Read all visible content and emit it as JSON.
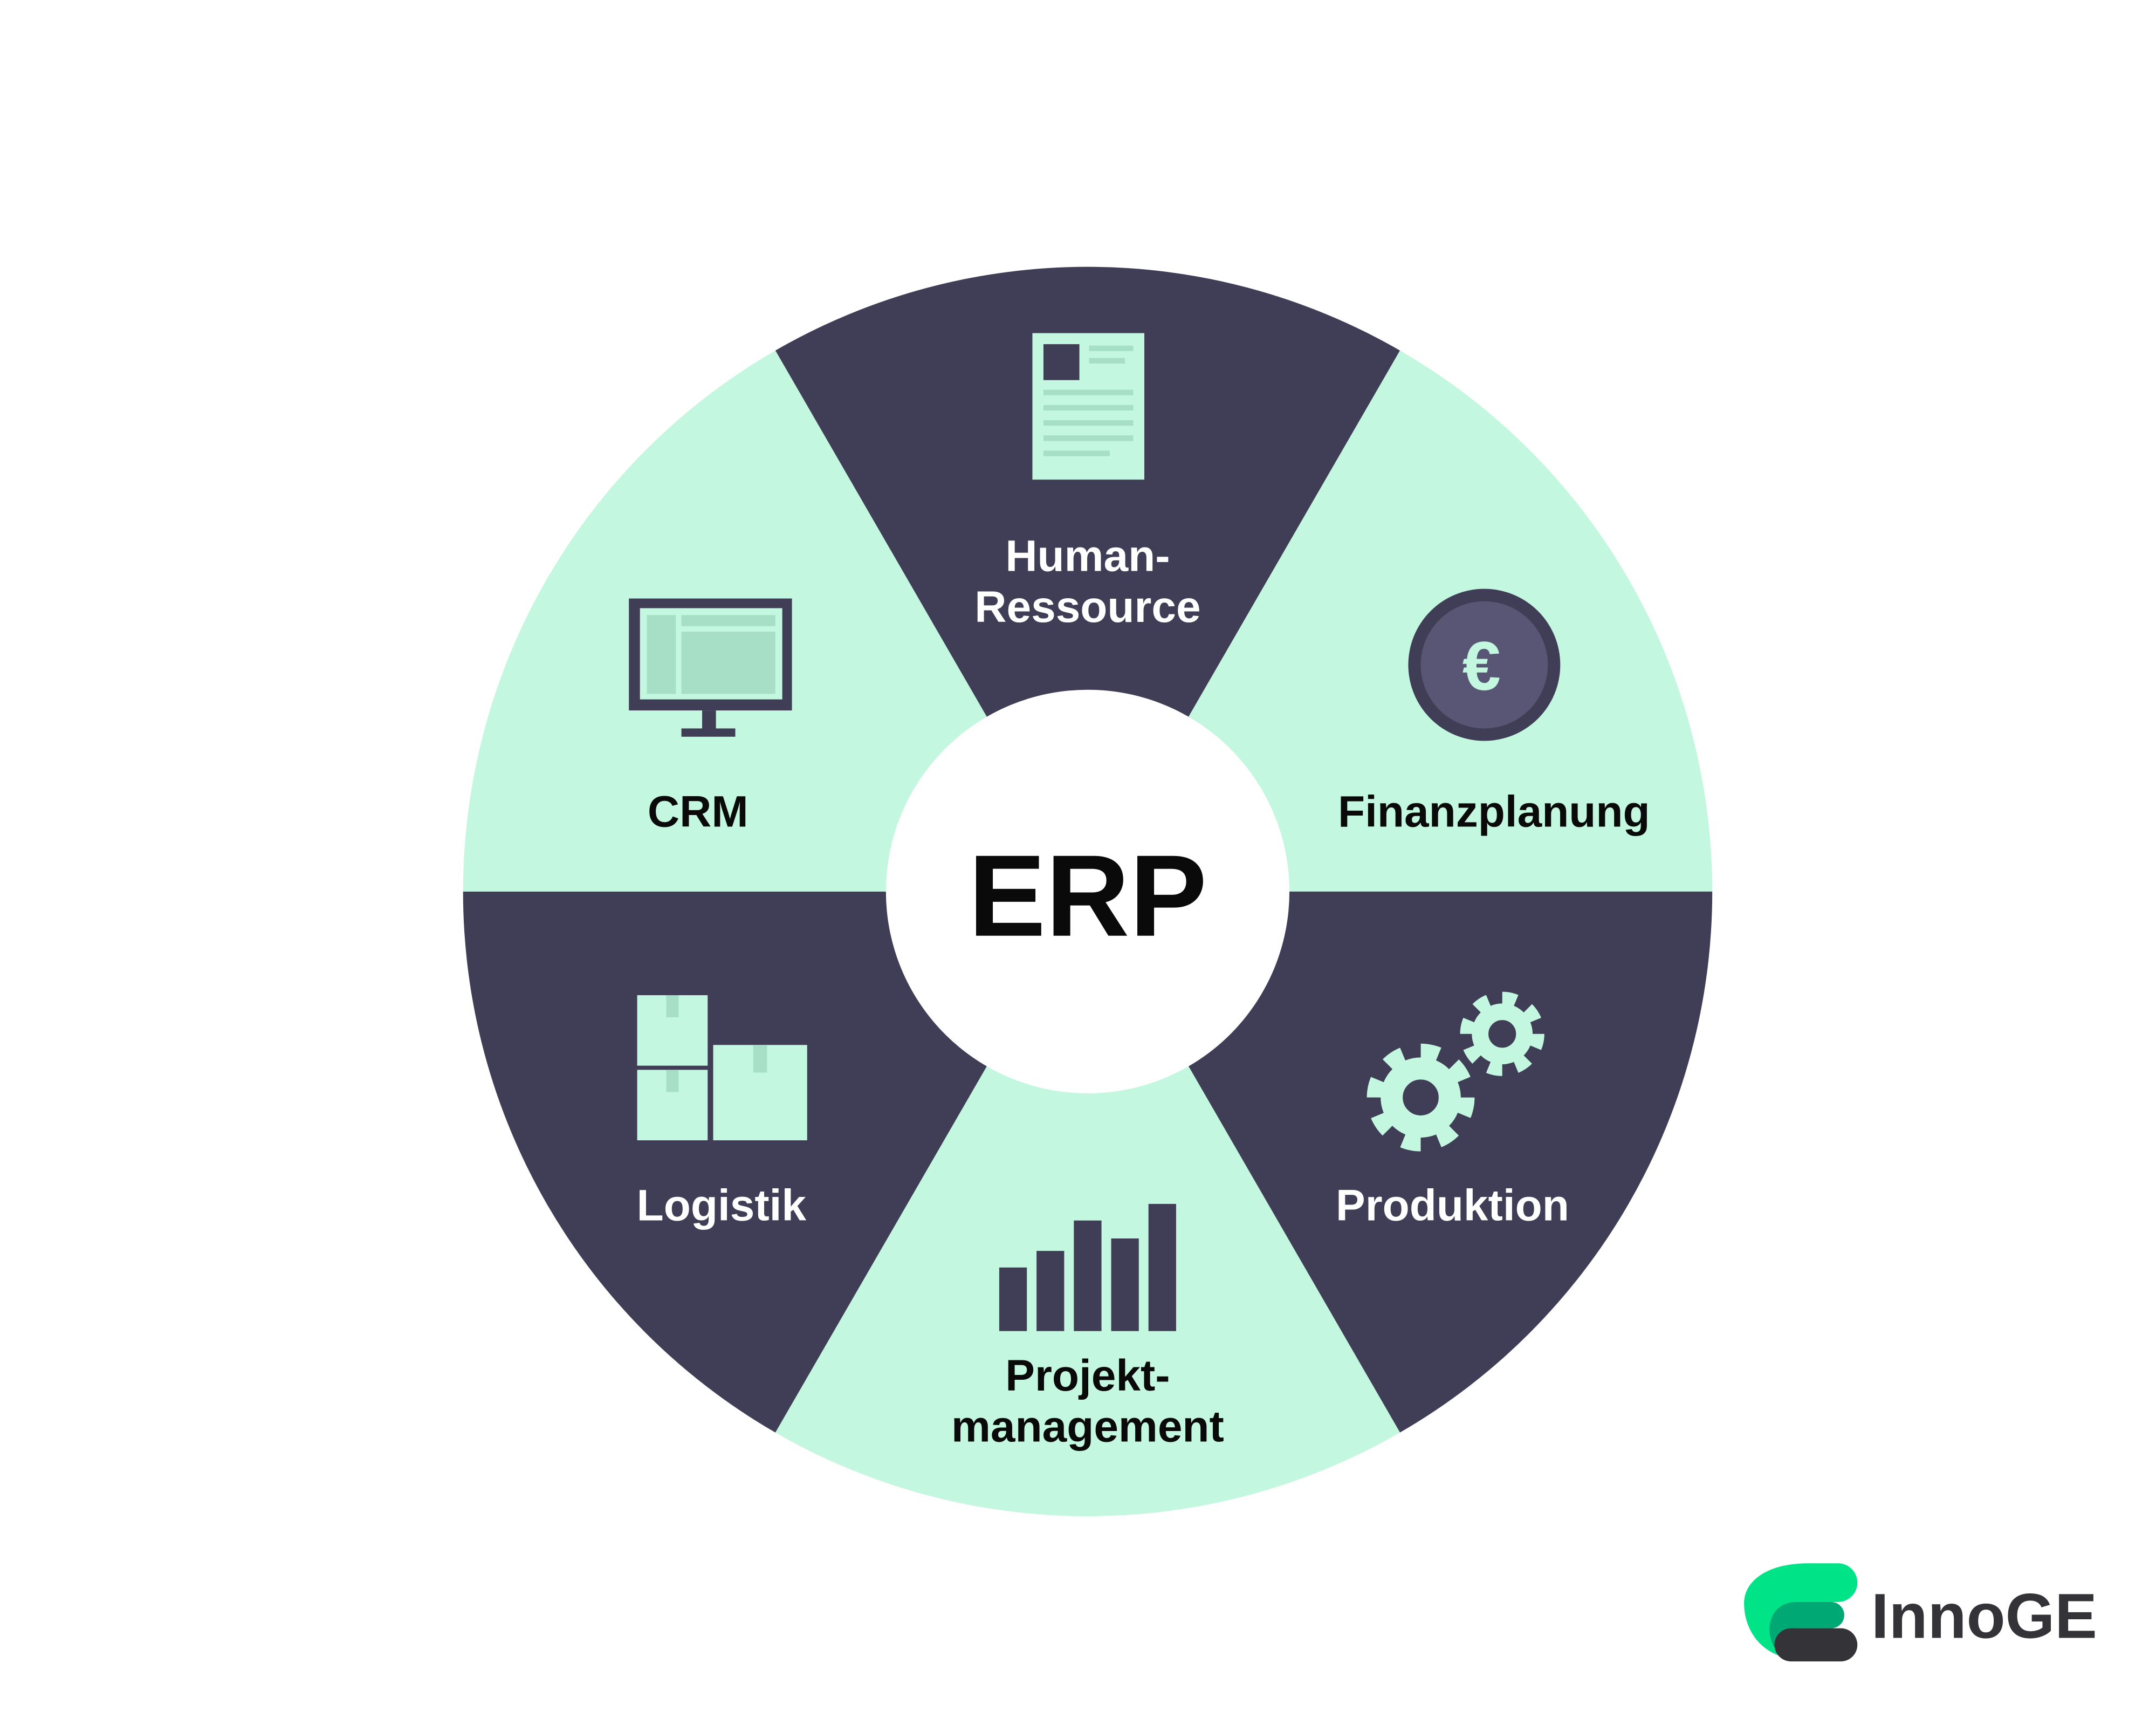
{
  "center": {
    "label": "ERP"
  },
  "segments": [
    {
      "id": "hr",
      "lines": [
        "Human-",
        "Ressource"
      ],
      "icon": "document-icon"
    },
    {
      "id": "finance",
      "lines": [
        "Finanzplanung"
      ],
      "icon": "euro-coin-icon"
    },
    {
      "id": "production",
      "lines": [
        "Produktion"
      ],
      "icon": "gears-icon"
    },
    {
      "id": "project",
      "lines": [
        "Projekt-",
        "management"
      ],
      "icon": "bar-chart-icon"
    },
    {
      "id": "logistics",
      "lines": [
        "Logistik"
      ],
      "icon": "boxes-icon"
    },
    {
      "id": "crm",
      "lines": [
        "CRM"
      ],
      "icon": "monitor-icon"
    }
  ],
  "logo": {
    "text": "InnoGE"
  },
  "colors": {
    "dark": "#403d56",
    "light": "#c4f7e0",
    "accent_detail": "#a6dfc5",
    "coin_inner": "#585674",
    "logo_green": "#00e386",
    "logo_dark_green": "#00a874",
    "logo_dark": "#333338"
  }
}
